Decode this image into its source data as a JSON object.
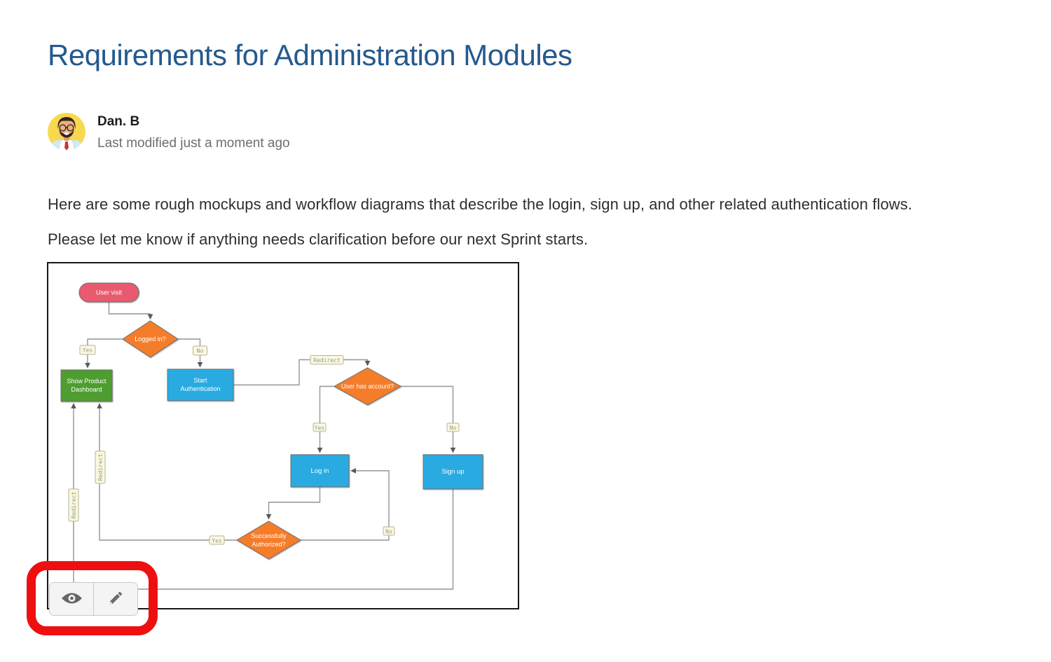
{
  "page": {
    "title": "Requirements for Administration Modules",
    "byline": {
      "author": "Dan. B",
      "modified": "Last modified just a moment ago"
    },
    "paragraphs": {
      "p1": "Here are some rough mockups and workflow diagrams that describe the login, sign up, and other related authentication flows.",
      "p2": "Please let me know if anything needs clarification before our next Sprint starts."
    }
  },
  "diagram": {
    "nodes": {
      "user_visit": {
        "label": "User visit"
      },
      "logged_in": {
        "label": "Logged in?"
      },
      "show_dashboard": {
        "line1": "Show Product",
        "line2": "Dashboard"
      },
      "start_auth": {
        "line1": "Start",
        "line2": "Authentication"
      },
      "has_account": {
        "label": "User has account?"
      },
      "log_in": {
        "label": "Log in"
      },
      "sign_up": {
        "label": "Sign up"
      },
      "authorized": {
        "line1": "Successfully",
        "line2": "Authorized?"
      }
    },
    "edge_labels": {
      "logged_in_yes": "Yes",
      "logged_in_no": "No",
      "redirect_auth": "Redirect",
      "has_account_yes": "Yes",
      "has_account_no": "No",
      "authorized_yes": "Yes",
      "authorized_no": "No",
      "redirect_signup": "Redirect",
      "redirect_authorized": "Redirect"
    }
  },
  "toolbar": {
    "buttons": [
      {
        "icon": "eye-icon"
      },
      {
        "icon": "pencil-icon"
      }
    ]
  },
  "colors": {
    "title": "#24598E",
    "node_start": "#E85A70",
    "node_decision": "#F57D2A",
    "node_success": "#4E9D31",
    "node_action": "#29ABE2",
    "edge_label_bg": "#FBF8DC",
    "connector": "#949494",
    "annotation": "#EE1010"
  }
}
